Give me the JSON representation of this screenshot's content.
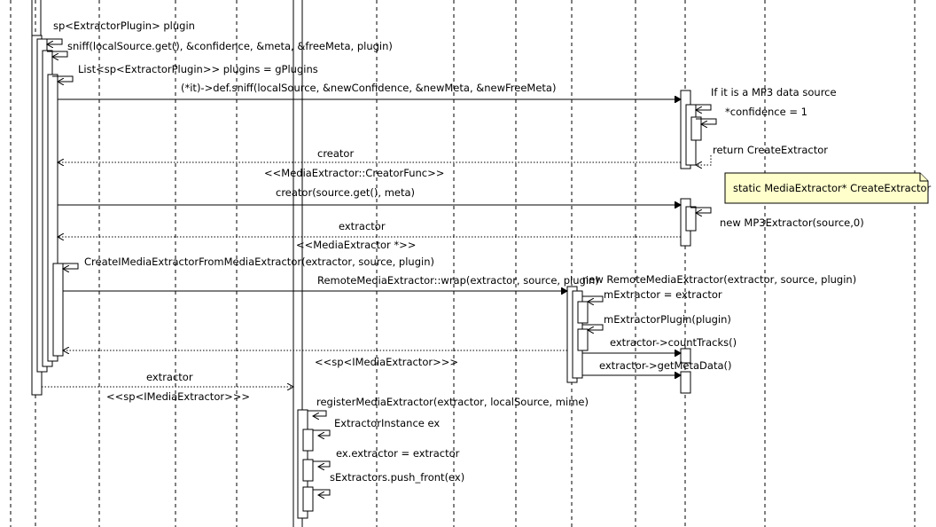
{
  "labels": {
    "plugin_decl": "sp<ExtractorPlugin> plugin",
    "sniff_call": "sniff(localSource.get(), &confidence, &meta, &freeMeta, plugin)",
    "plugins_list": "List<sp<ExtractorPlugin>> plugins = gPlugins",
    "def_sniff": "(*it)->def.sniff(localSource, &newConfidence, &newMeta, &newFreeMeta)",
    "if_mp3": "If it is a MP3 data source",
    "confidence": "*confidence = 1",
    "return_create": "return CreateExtractor",
    "creator_ret": "creator",
    "creator_func": "<<MediaExtractor::CreatorFunc>>",
    "creator_call": "creator(source.get(), meta)",
    "new_mp3": "new MP3Extractor(source,0)",
    "extractor_ret1": "extractor",
    "media_extractor_ptr": "<<MediaExtractor *>>",
    "create_imedia": "CreateIMediaExtractorFromMediaExtractor(extractor, source, plugin)",
    "wrap_call": "RemoteMediaExtractor::wrap(extractor, source, plugin)",
    "new_remote": "new RemoteMediaExtractor(extractor, source, plugin)",
    "m_extractor": "mExtractor = extractor",
    "m_plugin": "mExtractorPlugin(plugin)",
    "count_tracks": "extractor->countTracks()",
    "get_meta": "extractor->getMetaData()",
    "sp_imedia_ret1": "<<sp<IMediaExtractor>>>",
    "extractor_ret2": "extractor",
    "sp_imedia_ret2": "<<sp<IMediaExtractor>>>",
    "register_call": "registerMediaExtractor(extractor, localSource, mime)",
    "instance_ex": "ExtractorInstance ex",
    "ex_extractor": "ex.extractor = extractor",
    "push_front": "sExtractors.push_front(ex)"
  },
  "note": {
    "text": "static MediaExtractor* CreateExtractor"
  }
}
